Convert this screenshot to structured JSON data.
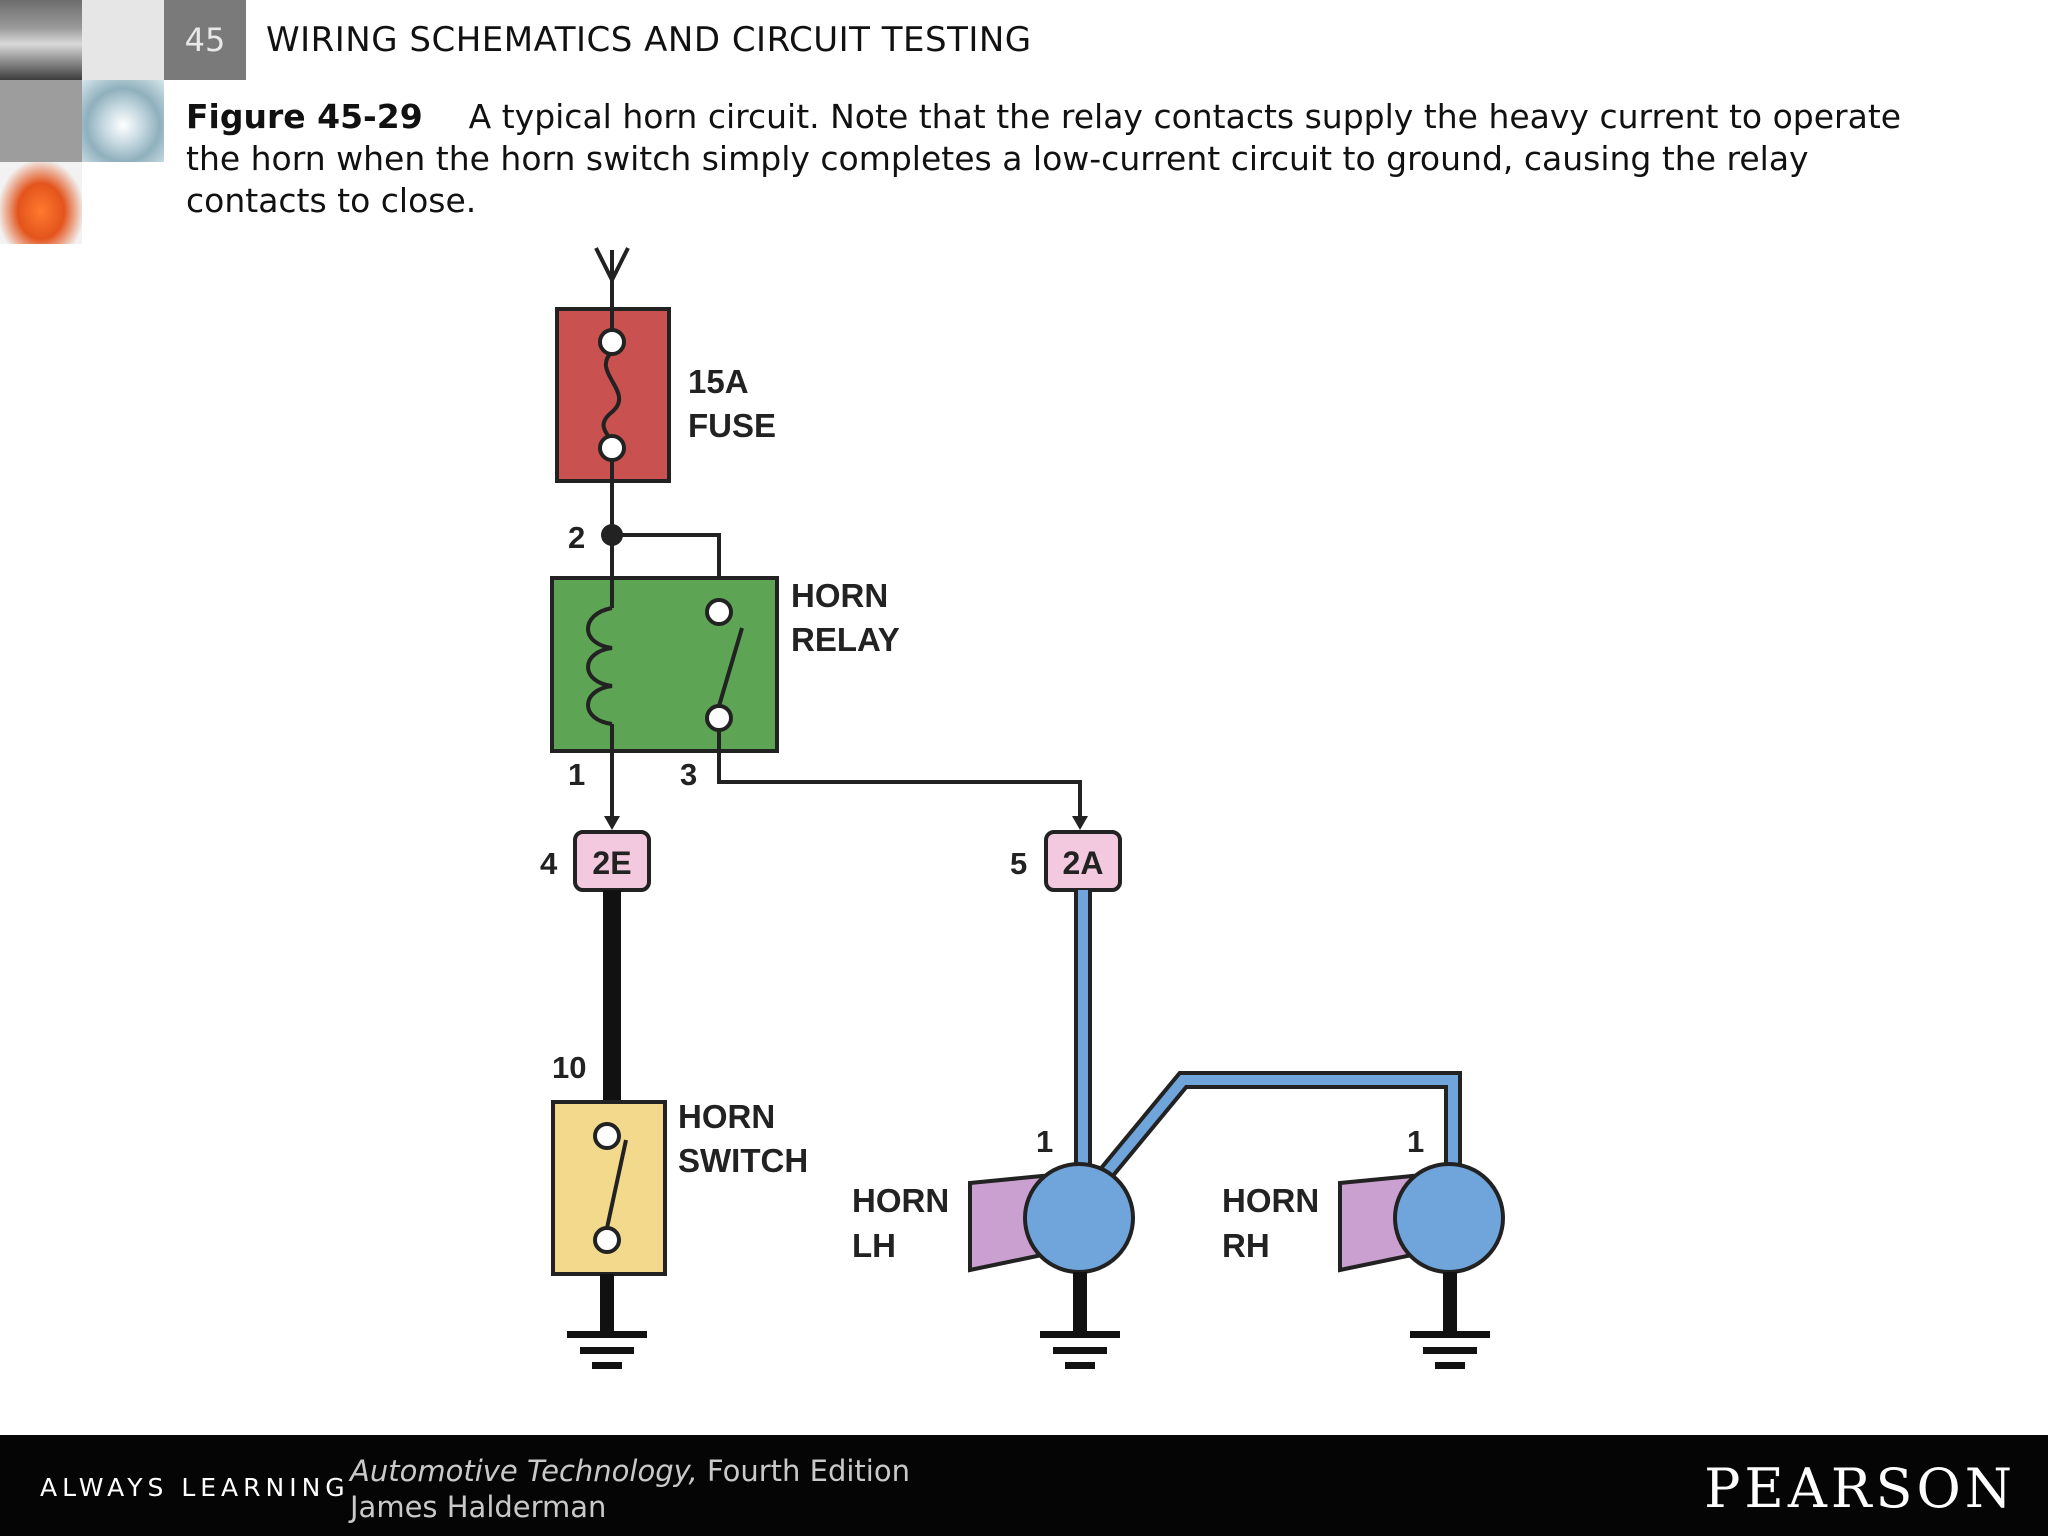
{
  "header": {
    "chapter_number": "45",
    "title": "WIRING SCHEMATICS AND CIRCUIT TESTING"
  },
  "caption": {
    "figure_label": "Figure 45-29",
    "text": "A typical horn circuit. Note that the relay contacts supply the heavy current to operate the horn when the horn switch simply completes a low-current circuit to ground, causing the relay contacts to close."
  },
  "diagram": {
    "fuse": {
      "label_line1": "15A",
      "label_line2": "FUSE",
      "color": "#c9514f"
    },
    "relay": {
      "label_line1": "HORN",
      "label_line2": "RELAY",
      "color": "#5da455",
      "pin_top": "2",
      "pin_coil_out": "1",
      "pin_contact_out": "3"
    },
    "connector_left": {
      "label": "2E",
      "pin": "4",
      "color": "#f2c9df"
    },
    "connector_right": {
      "label": "2A",
      "pin": "5",
      "color": "#f2c9df"
    },
    "switch": {
      "label_line1": "HORN",
      "label_line2": "SWITCH",
      "pin": "10",
      "color": "#f3d98c"
    },
    "horn_lh": {
      "label_line1": "HORN",
      "label_line2": "LH",
      "pin": "1",
      "color": "#6fa5da"
    },
    "horn_rh": {
      "label_line1": "HORN",
      "label_line2": "RH",
      "pin": "1",
      "color": "#6fa5da"
    },
    "horn_bell_color": "#c9a0cf",
    "wire_blue_color": "#6fa5da"
  },
  "footer": {
    "tagline": "ALWAYS LEARNING",
    "book_title": "Automotive Technology,",
    "edition": "Fourth Edition",
    "author": "James Halderman",
    "publisher": "PEARSON"
  }
}
